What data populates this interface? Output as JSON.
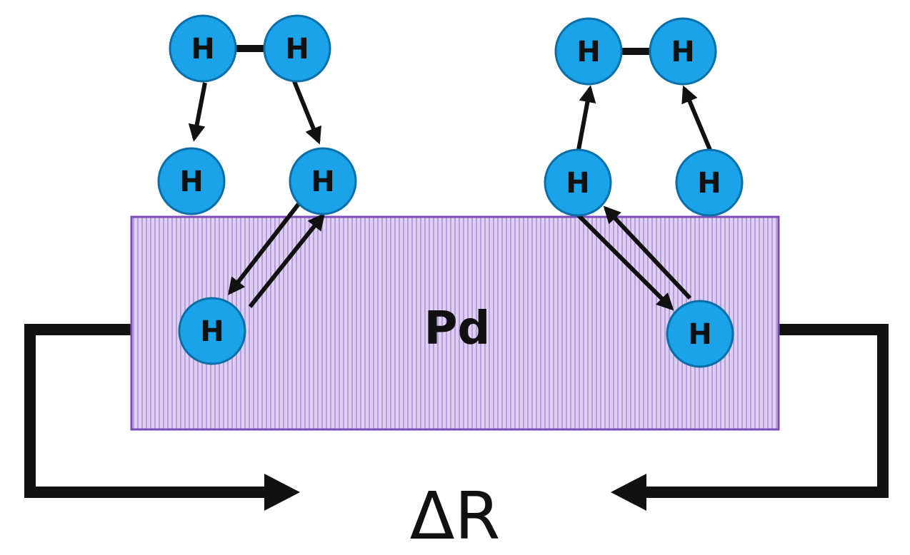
{
  "diagram": {
    "metal_label": "Pd",
    "readout_label": "ΔR",
    "atom_symbol": "H",
    "colors": {
      "atom_fill": "#1aa3e8",
      "atom_stroke": "#0a6fa8",
      "metal_fill": "#d9c8f0",
      "metal_stripe": "#b89ddd",
      "metal_border": "#7d4cb8",
      "line": "#111111"
    }
  }
}
